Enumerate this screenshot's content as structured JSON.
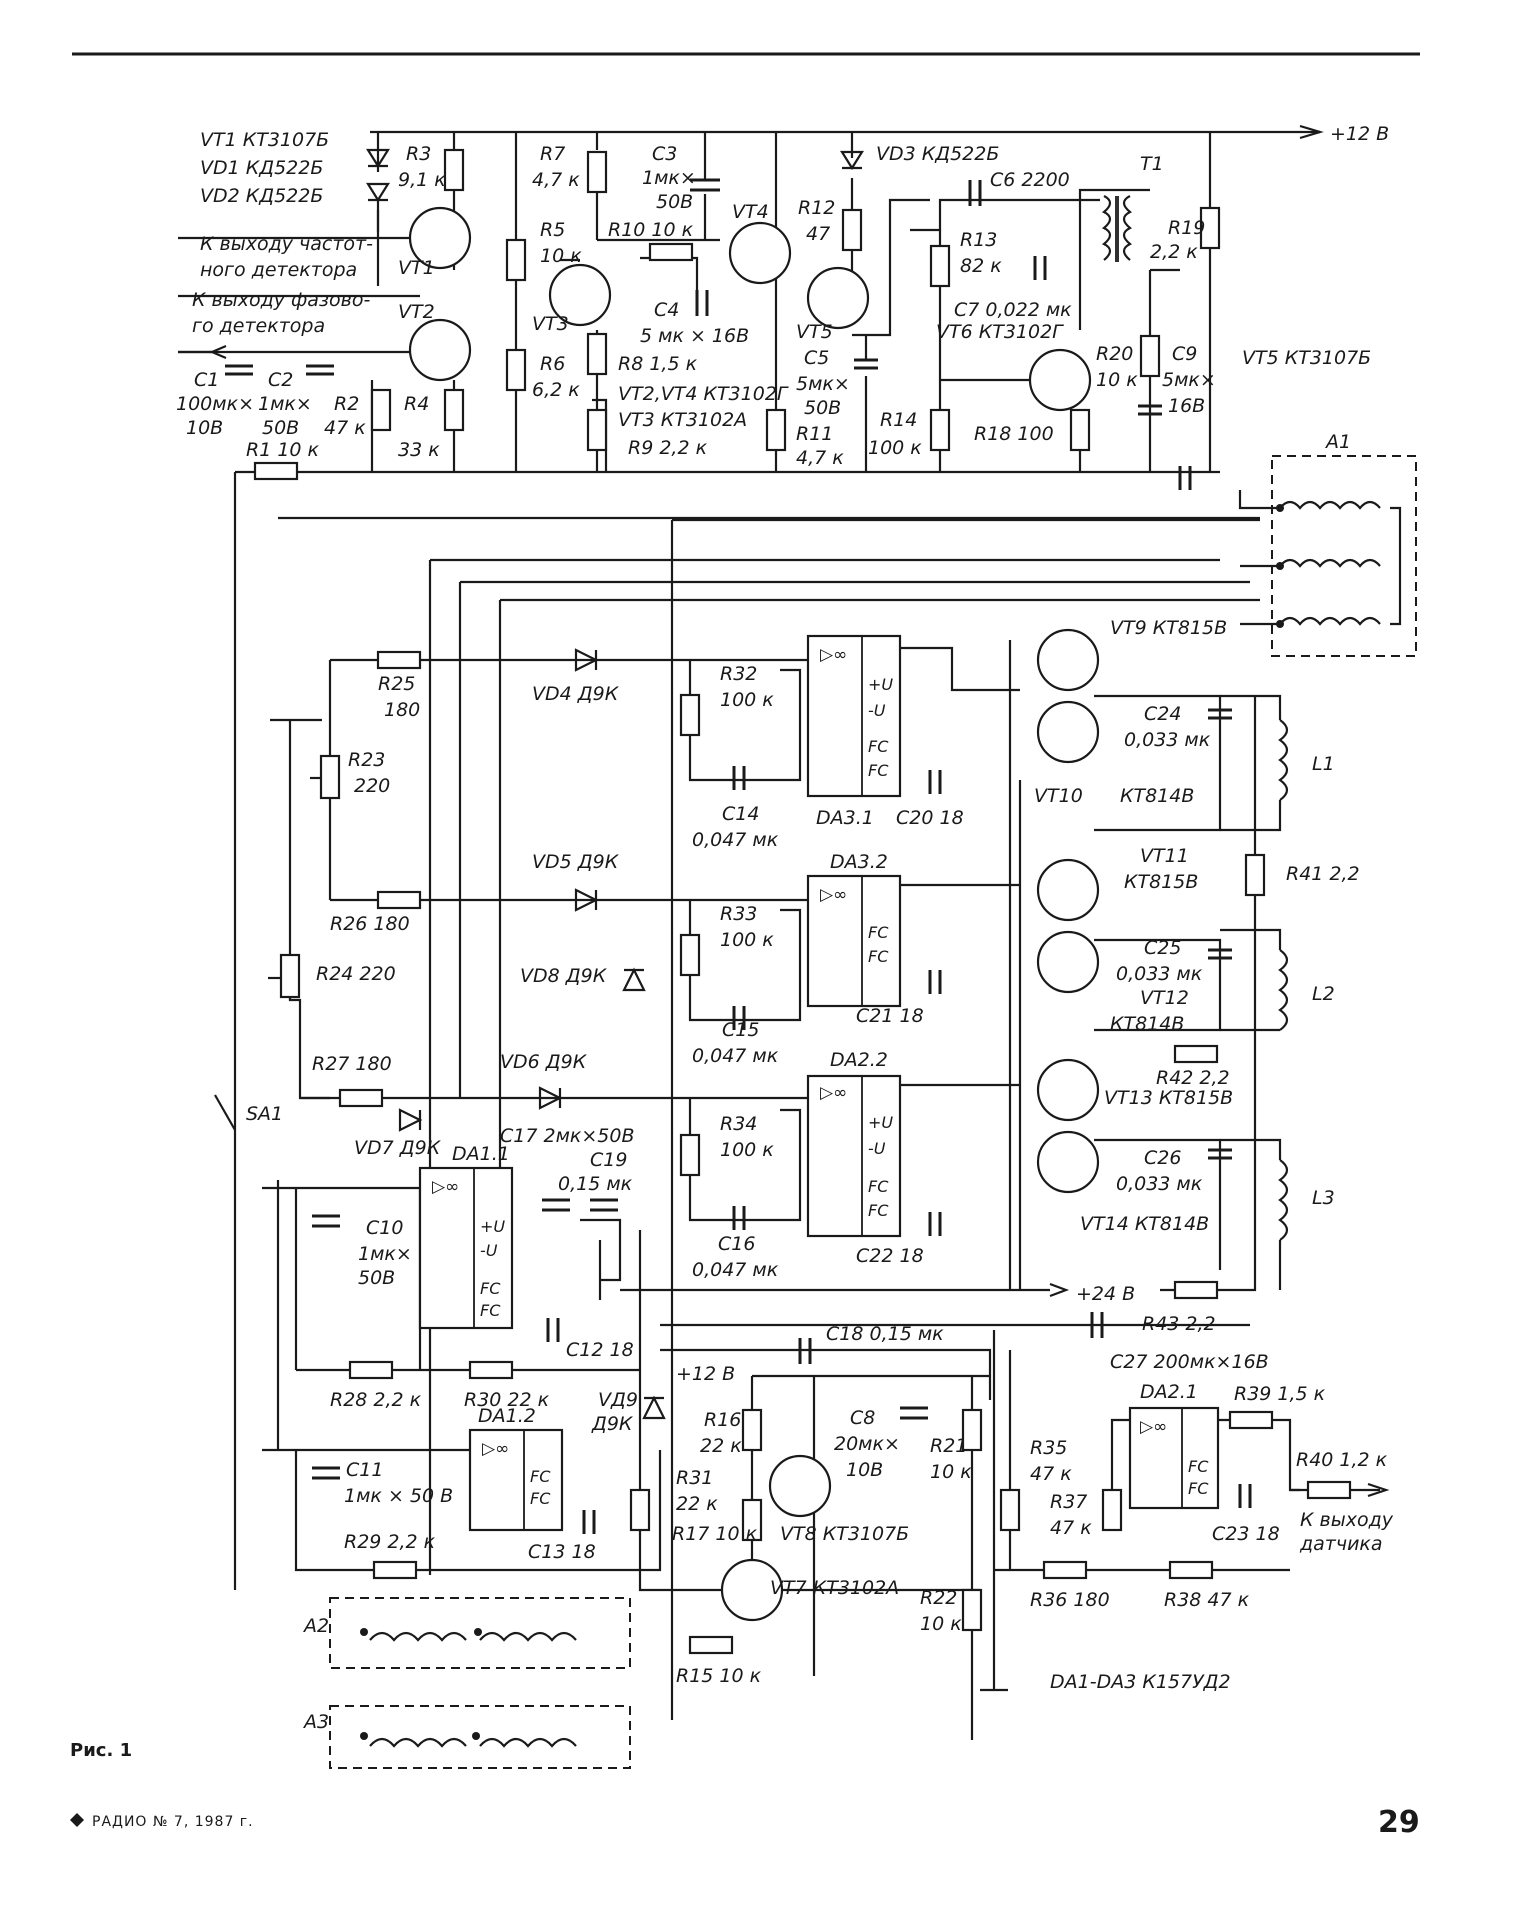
{
  "header": {
    "page_number": "29",
    "footer": "РАДИО № 7, 1987 г.",
    "figure_caption": "Рис. 1"
  },
  "diagram": {
    "supplies": {
      "plus12": "+12 В",
      "plus12_b": "+12 В",
      "plus24": "+24 В"
    },
    "notes": {
      "to_freq_det": [
        "К выходу частот-",
        "ного детектора"
      ],
      "to_phase_det": [
        "К выходу фазово-",
        "го детектора"
      ],
      "to_sensor": [
        "К выходу",
        "датчика"
      ],
      "ic_note": "DA1-DA3  К157УД2"
    },
    "transistor_list": [
      "VT1  КТ3107Б",
      "VD1  КД522Б",
      "VD2  КД522Б",
      "VD3  КД522Б",
      "VT2,VT4  КТ3102Г",
      "VT3  КТ3102А",
      "VT5  КТ3107Б",
      "VT6  КТ3102Г"
    ],
    "top": {
      "R3": [
        "R3",
        "9,1 к"
      ],
      "R7": [
        "R7",
        "4,7 к"
      ],
      "C3": [
        "C3",
        "1мк×",
        "50В"
      ],
      "R5": [
        "R5",
        "10 к"
      ],
      "R10": "R10  10 к",
      "VT4": "VT4",
      "R12": [
        "R12",
        "47"
      ],
      "C6": "C6  2200",
      "T1": "T1",
      "R13": [
        "R13",
        "82 к"
      ],
      "R19": [
        "R19",
        "2,2 к"
      ],
      "VT1": "VT1",
      "VT2": "VT2",
      "VT3": "VT3",
      "VT5": "VT5",
      "C4": [
        "C4",
        "5 мк × 16В"
      ],
      "C7": "C7  0,022 мк",
      "C1": [
        "C1",
        "100мк×",
        "10В"
      ],
      "C2": [
        "C2",
        "1мк×",
        "50В"
      ],
      "R2": [
        "R2",
        "47 к"
      ],
      "R4": [
        "R4",
        "33 к"
      ],
      "R6": [
        "R6",
        "6,2 к"
      ],
      "R8": "R8  1,5 к",
      "C5": [
        "C5",
        "5мк×",
        "50В"
      ],
      "R20": [
        "R20",
        "10 к"
      ],
      "C9": [
        "C9",
        "5мк×",
        "16В"
      ],
      "R1": "R1  10 к",
      "R9": "R9  2,2 к",
      "R11": [
        "R11",
        "4,7 к"
      ],
      "R14": [
        "R14",
        "100 к"
      ],
      "R18": "R18  100",
      "A1": "A1"
    },
    "driver": {
      "R25": [
        "R25",
        "180"
      ],
      "R23": [
        "R23",
        "220"
      ],
      "R26": "R26  180",
      "R24": "R24  220",
      "R27": "R27  180",
      "SA1": "SA1",
      "VD4": "VD4  Д9К",
      "VD5": "VD5  Д9К",
      "VD6": "VD6  Д9К",
      "VD7": "VD7  Д9К",
      "VD8": "VD8  Д9К",
      "R32": [
        "R32",
        "100 к"
      ],
      "R33": [
        "R33",
        "100 к"
      ],
      "R34": [
        "R34",
        "100 к"
      ],
      "C14": [
        "C14",
        "0,047 мк"
      ],
      "C15": [
        "C15",
        "0,047 мк"
      ],
      "C16": [
        "C16",
        "0,047 мк"
      ],
      "DA31": "DA3.1",
      "DA32": "DA3.2",
      "DA22": "DA2.2",
      "C20": "C20  18",
      "C21": "C21  18",
      "C22": "C22  18",
      "VT9": "VT9  КТ815В",
      "VT10": "VT10",
      "VT10_type": "КТ814В",
      "VT11": [
        "VT11",
        "КТ815В"
      ],
      "VT12": [
        "VT12",
        "КТ814В"
      ],
      "VT13": "VT13  КТ815В",
      "VT14": "VT14  КТ814В",
      "C24": [
        "C24",
        "0,033 мк"
      ],
      "C25": [
        "C25",
        "0,033 мк"
      ],
      "C26": [
        "C26",
        "0,033 мк"
      ],
      "L1": "L1",
      "L2": "L2",
      "L3": "L3",
      "R41": "R41  2,2",
      "R42": "R42  2,2",
      "R43": "R43  2,2",
      "C27": "C27   200мк×16В"
    },
    "bottom": {
      "C17": "C17 2мк×50В",
      "C19": [
        "C19",
        "0,15 мк"
      ],
      "DA11": "DA1.1",
      "C10": [
        "C10",
        "1мк×",
        "50В"
      ],
      "C12": "C12  18",
      "R28": "R28  2,2 к",
      "R30": "R30  22 к",
      "C18": "C18      0,15 мк",
      "VD9": [
        "VД9",
        "Д9К"
      ],
      "C11": [
        "C11",
        "1мк × 50 В"
      ],
      "DA12": "DA1.2",
      "C13": "C13  18",
      "R29": "R29  2,2 к",
      "R16": [
        "R16",
        "22 к"
      ],
      "C8": [
        "C8",
        "20мк×",
        "10В"
      ],
      "R21": [
        "R21",
        "10 к"
      ],
      "R31": [
        "R31",
        "22 к"
      ],
      "R17": "R17  10 к",
      "VT8": "VT8  КТ3107Б",
      "VT7": "VT7  КТ3102А",
      "R22": [
        "R22",
        "10 к"
      ],
      "R15": "R15  10 к",
      "R35": [
        "R35",
        "47 к"
      ],
      "R37": [
        "R37",
        "47 к"
      ],
      "R36": "R36  180",
      "R38": "R38  47 к",
      "DA21": "DA2.1",
      "R39": "R39  1,5 к",
      "R40": "R40  1,2 к",
      "C23": "C23  18",
      "A2": "A2",
      "A3": "A3"
    },
    "opamp": {
      "sym": "▷∞",
      "plus_u": "+U",
      "minus_u": "-U",
      "fc": "FC"
    }
  }
}
